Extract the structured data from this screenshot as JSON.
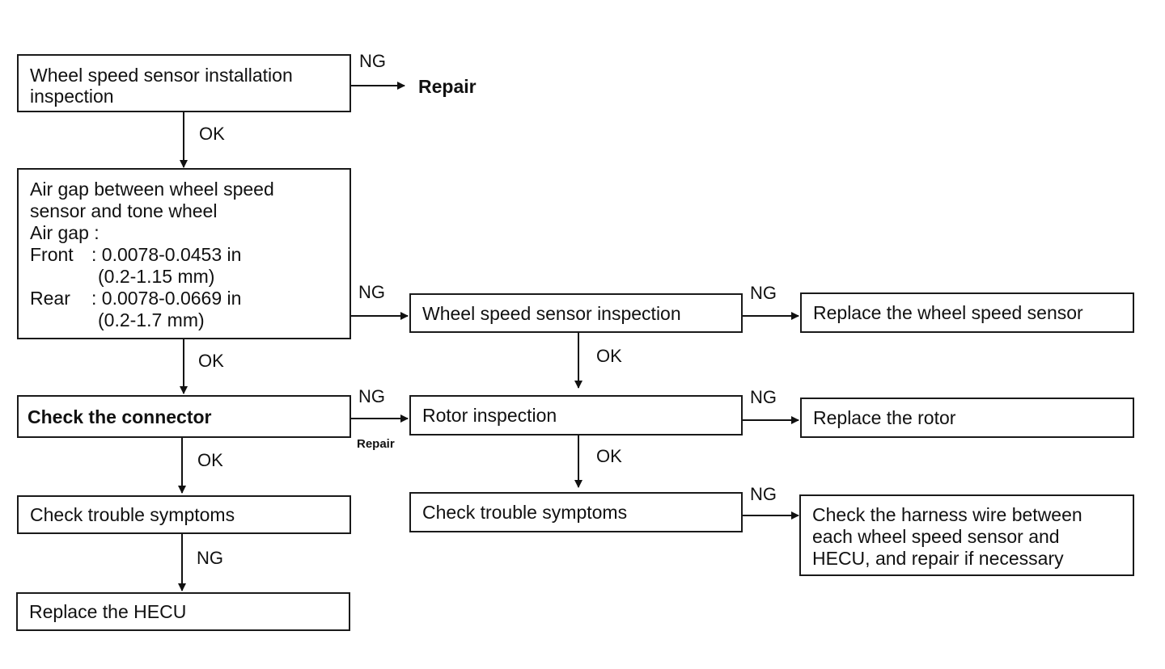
{
  "boxes": {
    "installation": {
      "line1": "Wheel speed sensor installation",
      "line2": "inspection"
    },
    "airgap": {
      "line1": "Air gap between wheel speed",
      "line2": "sensor and tone wheel",
      "line3": "Air gap :",
      "front_label": "Front",
      "front_value": ": 0.0078-0.0453 in",
      "front_mm": "(0.2-1.15 mm)",
      "rear_label": "Rear",
      "rear_value": ": 0.0078-0.0669 in",
      "rear_mm": "(0.2-1.7 mm)"
    },
    "connector": "Check the connector",
    "trouble_left": "Check trouble symptoms",
    "replace_hecu": "Replace the HECU",
    "sensor_inspection": "Wheel speed sensor inspection",
    "rotor_inspection": "Rotor inspection",
    "trouble_right": "Check trouble symptoms",
    "replace_sensor": "Replace the wheel speed sensor",
    "replace_rotor": "Replace the rotor",
    "harness": {
      "line1": "Check the harness wire between",
      "line2": "each wheel speed sensor and",
      "line3": "HECU, and repair if necessary"
    }
  },
  "terminal_repair": "Repair",
  "labels": {
    "ng": "NG",
    "ok": "OK",
    "repair_small": "Repair"
  }
}
